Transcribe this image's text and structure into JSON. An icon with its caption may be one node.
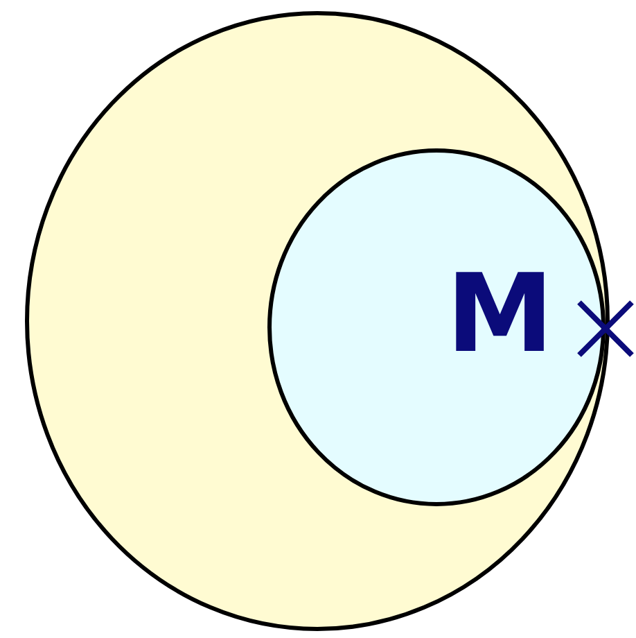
{
  "diagram": {
    "nodes": [
      {
        "text": [],
        "shape": "circle"
      },
      {
        "text": [],
        "shape": "circle",
        "in": 0
      }
    ],
    "labels": [
      "M"
    ]
  }
}
